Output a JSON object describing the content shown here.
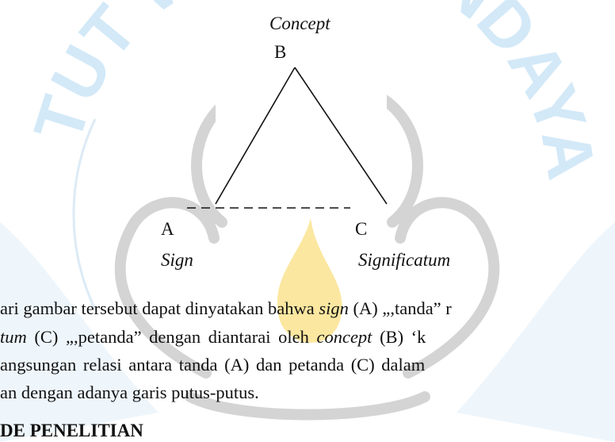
{
  "watermark": {
    "arc_text": "TUT WURI HANDAYANI",
    "colors": {
      "blue": "#cfe7f8",
      "yellow": "#fbeaa6",
      "grey": "#d2d2d2"
    }
  },
  "figure": {
    "concept_label": "Concept",
    "b_label": "B",
    "a_label": "A",
    "c_label": "C",
    "sign_label": "Sign",
    "significatum_label": "Significatum"
  },
  "paragraph": {
    "line1_pre": "ari gambar tersebut dapat dinyatakan bahwa ",
    "line1_it": "sign",
    "line1_post": " (A) „,tanda” r",
    "line2_it": "tum",
    "line2_mid": " (C) „,petanda” dengan diantarai oleh ",
    "line2_it2": "concept",
    "line2_post": " (B) ‘k",
    "line3": "angsungan relasi antara tanda (A) dan petanda (C) dalam",
    "line4": "an dengan adanya garis putus-putus."
  },
  "section_heading": "DE PENELITIAN"
}
